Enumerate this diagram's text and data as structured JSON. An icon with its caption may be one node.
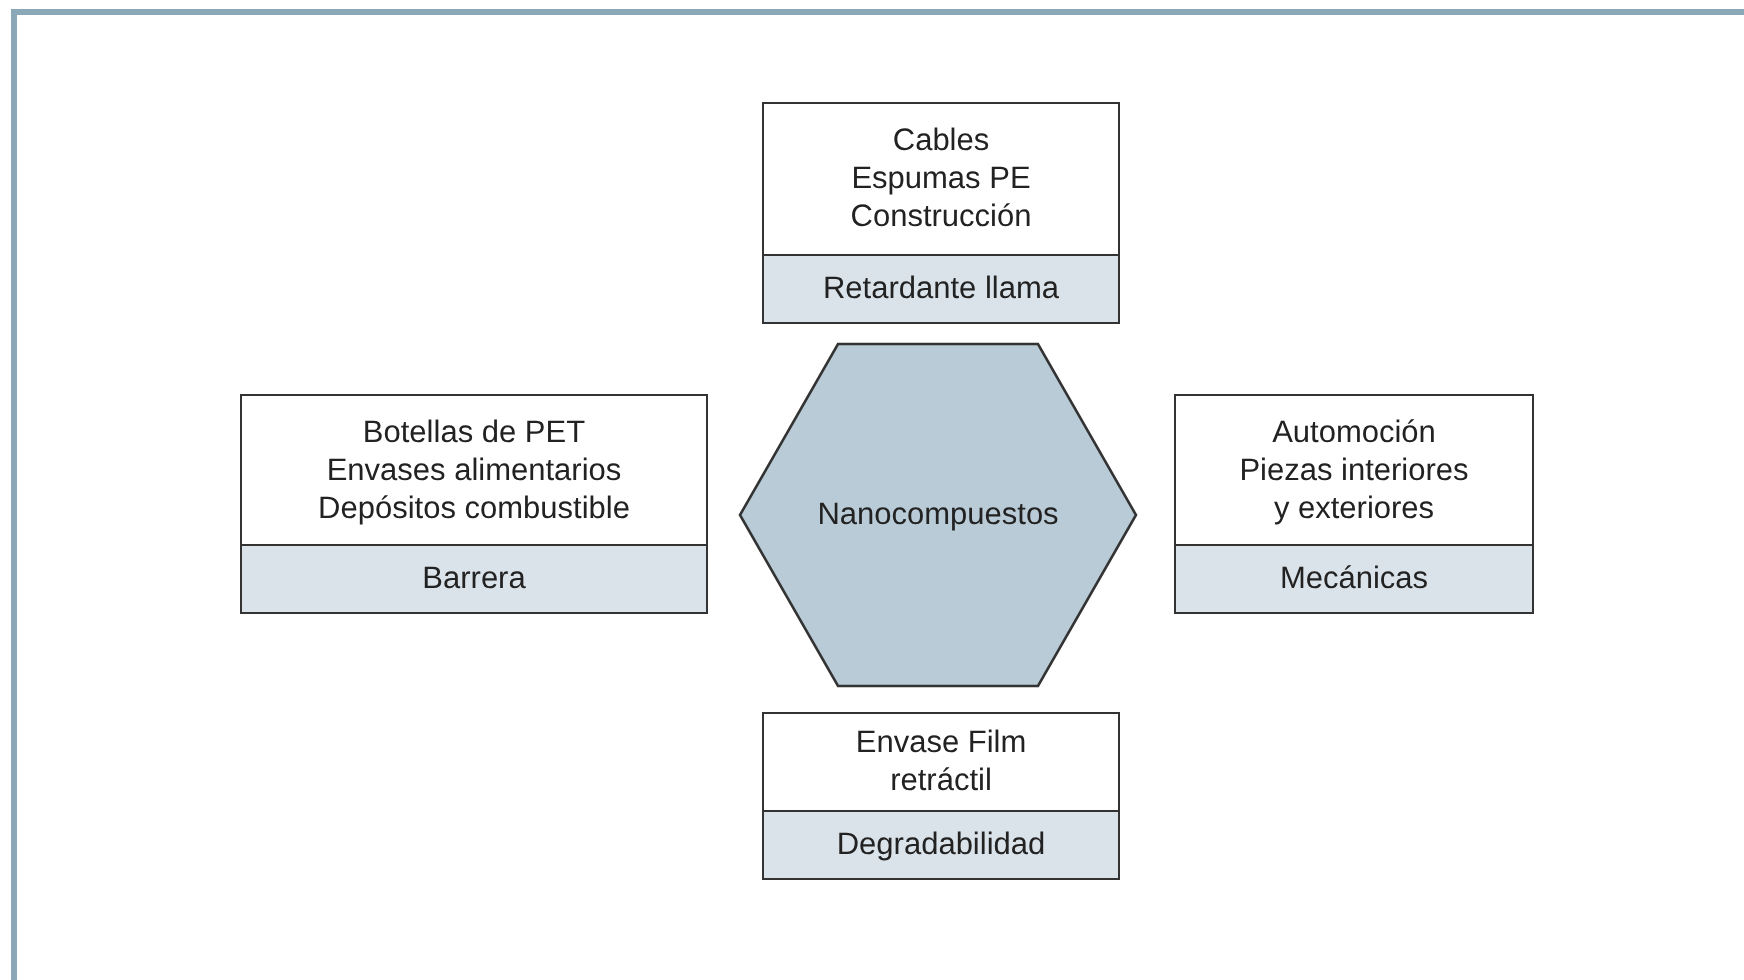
{
  "diagram": {
    "nodes": [
      {
        "text": [
          "Cables Espumas PE Construcción",
          "Retardante llama"
        ]
      },
      {
        "text": [
          "Botellas de PET Envases alimentarios Depósitos combustible",
          "Barrera"
        ]
      },
      {
        "text": [
          "Nanocompuestos"
        ]
      },
      {
        "text": [
          "Automoción Piezas interiores y exteriores",
          "Mecánicas"
        ]
      },
      {
        "text": [
          "Envase Film retráctil",
          "Degradabilidad"
        ]
      }
    ]
  }
}
